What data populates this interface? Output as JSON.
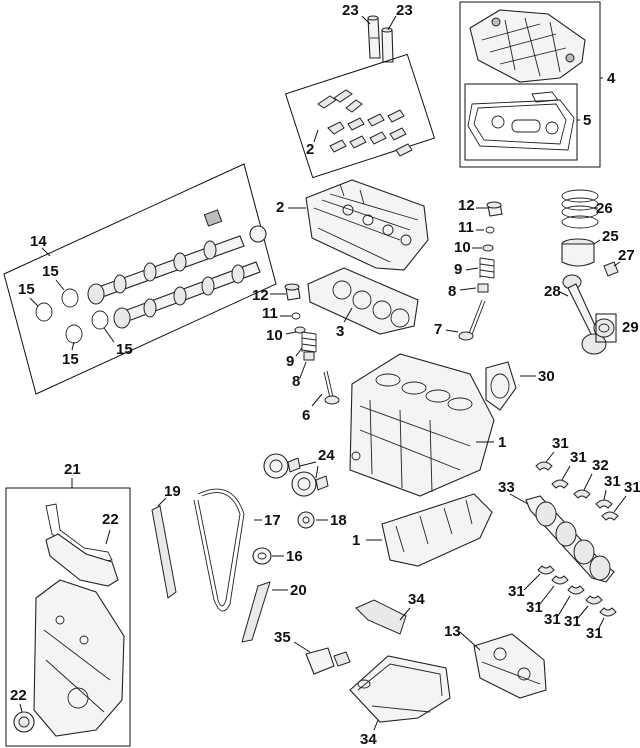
{
  "callouts": {
    "c1a": "1",
    "c1b": "1",
    "c2a": "2",
    "c2b": "2",
    "c3": "3",
    "c4": "4",
    "c5": "5",
    "c6": "6",
    "c7": "7",
    "c8a": "8",
    "c8b": "8",
    "c9a": "9",
    "c9b": "9",
    "c10a": "10",
    "c10b": "10",
    "c11a": "11",
    "c11b": "11",
    "c12a": "12",
    "c12b": "12",
    "c13": "13",
    "c14": "14",
    "c15a": "15",
    "c15b": "15",
    "c15c": "15",
    "c15d": "15",
    "c16": "16",
    "c17": "17",
    "c18": "18",
    "c19": "19",
    "c20": "20",
    "c21": "21",
    "c22a": "22",
    "c22b": "22",
    "c23a": "23",
    "c23b": "23",
    "c24": "24",
    "c25": "25",
    "c26": "26",
    "c27": "27",
    "c28": "28",
    "c29": "29",
    "c30": "30",
    "c31a": "31",
    "c31b": "31",
    "c31c": "31",
    "c31d": "31",
    "c31e": "31",
    "c31f": "31",
    "c31g": "31",
    "c31h": "31",
    "c31i": "31",
    "c32": "32",
    "c33": "33",
    "c34a": "34",
    "c34b": "34",
    "c35": "35"
  }
}
